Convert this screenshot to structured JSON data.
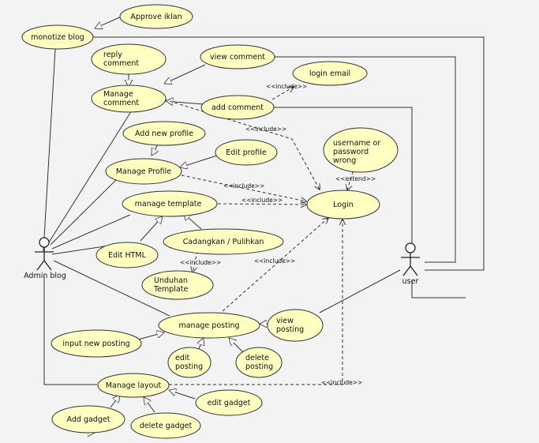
{
  "actors": {
    "admin": "Admin blog",
    "user": "user"
  },
  "use_cases": {
    "approve_iklan": [
      "Approve iklan"
    ],
    "monotize_blog": [
      "monotize blog"
    ],
    "reply_comment": [
      "reply",
      "comment"
    ],
    "view_comment": [
      "view comment"
    ],
    "manage_comment": [
      "Manage",
      "comment"
    ],
    "login_email": [
      "login email"
    ],
    "add_comment": [
      "add comment"
    ],
    "add_new_profile": [
      "Add new profile"
    ],
    "username_wrong": [
      "username or",
      "password",
      "wrong"
    ],
    "edit_profile": [
      "Edit profile"
    ],
    "manage_profile": [
      "Manage Profile"
    ],
    "manage_template": [
      "manage template"
    ],
    "login": [
      "Login"
    ],
    "cadangkan": [
      "Cadangkan / Pulihkan"
    ],
    "edit_html": [
      "Edit HTML"
    ],
    "unduhan_template": [
      "Unduhan",
      "Template"
    ],
    "manage_posting": [
      "manage posting"
    ],
    "view_posting": [
      "view",
      "posting"
    ],
    "input_new_posting": [
      "input new posting"
    ],
    "edit_posting": [
      "edit",
      "posting"
    ],
    "delete_posting": [
      "delete",
      "posting"
    ],
    "manage_layout": [
      "Manage layout"
    ],
    "edit_gadget": [
      "edit gadget"
    ],
    "add_gadget": [
      "Add gadget"
    ],
    "delete_gadget": [
      "delete gadget"
    ]
  },
  "stereotypes": {
    "include": "<<include>>",
    "extend": "<<extend>>"
  },
  "colors": {
    "use_case_fill": "#ffffc2",
    "stroke": "#333333",
    "background": "#f3f3f3"
  }
}
